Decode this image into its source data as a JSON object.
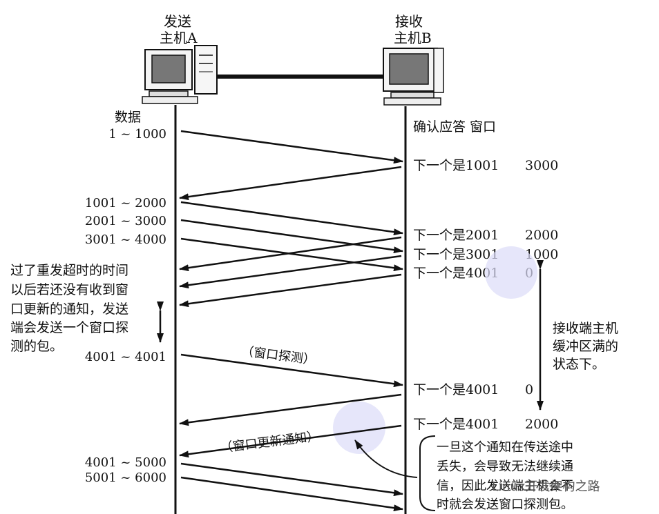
{
  "hosts": {
    "sender": {
      "line1": "发送",
      "line2": "主机A",
      "icon": "computer-icon"
    },
    "receiver": {
      "line1": "接收",
      "line2": "主机B",
      "icon": "computer-icon"
    }
  },
  "columns": {
    "data": "数据",
    "ack_window": "确认应答 窗口"
  },
  "segments": [
    "1 ~ 1000",
    "1001 ~ 2000",
    "2001 ~ 3000",
    "3001 ~ 4000",
    "4001 ~ 4001",
    "4001 ~ 5000",
    "5001 ~ 6000"
  ],
  "acks": [
    {
      "ack": "下一个是1001",
      "window": "3000"
    },
    {
      "ack": "下一个是2001",
      "window": "2000"
    },
    {
      "ack": "下一个是3001",
      "window": "1000"
    },
    {
      "ack": "下一个是4001",
      "window": "0"
    },
    {
      "ack": "下一个是4001",
      "window": "0"
    },
    {
      "ack": "下一个是4001",
      "window": "2000"
    }
  ],
  "notes": {
    "timeout": [
      "过了重发超时的时间",
      "以后若还没有收到窗",
      "口更新的通知，发送",
      "端会发送一个窗口探",
      "测的包。"
    ],
    "buffer_full": [
      "接收端主机",
      "缓冲区满的",
      "状态下。"
    ],
    "loss": [
      "一旦这个通知在传送途中",
      "丢失，会导致无法继续通",
      "信，因此发送端主机会不",
      "时就会发送窗口探测包。"
    ]
  },
  "labels": {
    "window_probe": "（窗口探测）",
    "window_update": "（窗口更新通知）"
  },
  "watermark": "Linux开发架构之路"
}
